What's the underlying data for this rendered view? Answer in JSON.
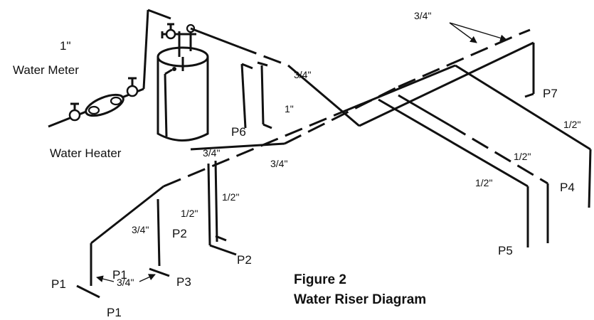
{
  "labels": {
    "meter_size": "1\"",
    "water_meter": "Water Meter",
    "water_heater": "Water Heater",
    "figure_number": "Figure 2",
    "figure_title": "Water Riser Diagram"
  },
  "fixtures": [
    "P1",
    "P1",
    "P1",
    "P2",
    "P2",
    "P3",
    "P4",
    "P5",
    "P6",
    "P7"
  ],
  "pipe_sizes": {
    "three_quarter": "3/4\"",
    "half": "1/2\"",
    "one_inch": "1\""
  }
}
